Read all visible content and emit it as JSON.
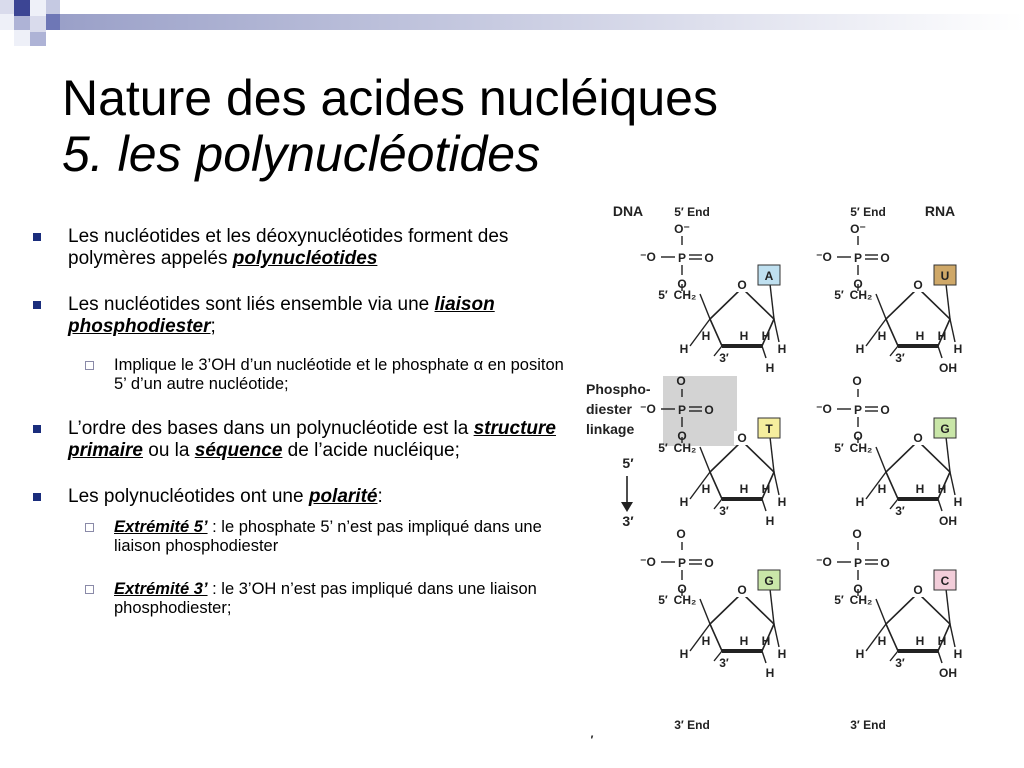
{
  "slide": {
    "title": "Nature des acides nucléiques",
    "subtitle": "5. les polynucléotides"
  },
  "bullets": [
    {
      "pre": "Les nucléotides et les déoxynucléotides forment des polymères appelés ",
      "term": "polynucléotides",
      "post": ""
    },
    {
      "pre": "Les nucléotides sont liés ensemble via une ",
      "term": "liaison phosphodiester",
      "post": ";"
    },
    {
      "text": "Implique le 3’OH d’un nucléotide et le phosphate α en positon 5’ d’un autre nucléotide;"
    },
    {
      "pre": "L’ordre des bases dans un polynucléotide est la ",
      "term1": "structure primaire",
      "mid": " ou la ",
      "term2": "séquence",
      "post": " de l’acide nucléique;"
    },
    {
      "pre": "Les polynucléotides ont une ",
      "term": "polarité",
      "post": ":"
    },
    {
      "term": "Extrémité 5’",
      "post": " : le phosphate 5’ n’est pas impliqué dans une liaison phosphodiester"
    },
    {
      "term": "Extrémité 3’",
      "post": " : le 3’OH n’est pas impliqué dans une liaison phosphodiester;"
    }
  ],
  "diagram": {
    "dna_label": "DNA",
    "rna_label": "RNA",
    "end5": "5′ End",
    "end3": "3′ End",
    "linkage_label": [
      "Phospho-",
      "diester",
      "linkage"
    ],
    "dir_top": "5′",
    "dir_bottom": "3′",
    "phosphate": {
      "o_minus": "O⁻",
      "minus_o": "⁻O",
      "p": "P",
      "o": "O"
    },
    "sugar": {
      "o": "O",
      "h": "H",
      "ch2": "CH₂",
      "c5": "5′",
      "c3": "3′",
      "oh": "OH"
    },
    "dna_bases": [
      "A",
      "T",
      "G"
    ],
    "rna_bases": [
      "U",
      "G",
      "C"
    ],
    "base_colors": {
      "A": "#bfe0f0",
      "T": "#f5ee9e",
      "G": "#c9e6a8",
      "U": "#cfa868",
      "C": "#f2cdd9"
    },
    "linkage_highlight": "#d3d3d3",
    "footnote": "′"
  }
}
